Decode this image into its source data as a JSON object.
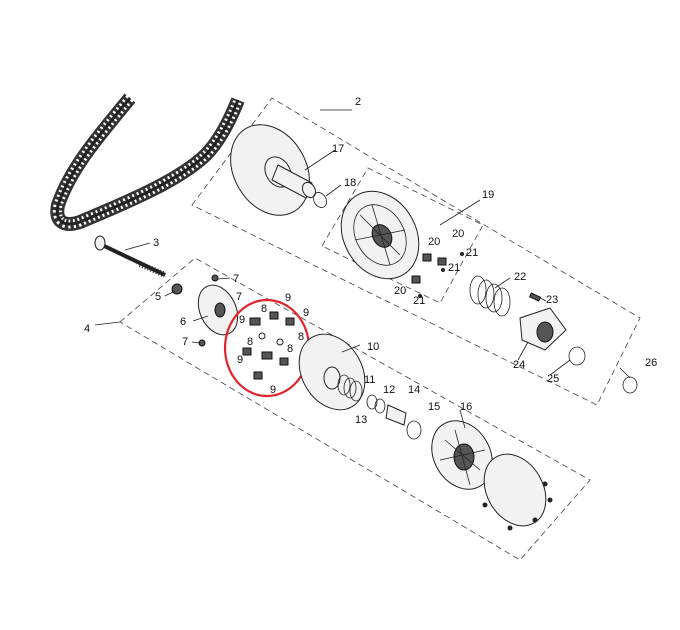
{
  "diagram": {
    "accent_color": "#e0242b",
    "callouts": [
      "2",
      "3",
      "4",
      "5",
      "6",
      "7",
      "7",
      "7",
      "8",
      "8",
      "8",
      "8",
      "9",
      "9",
      "9",
      "9",
      "9",
      "10",
      "11",
      "12",
      "13",
      "14",
      "15",
      "16",
      "17",
      "18",
      "19",
      "20",
      "20",
      "20",
      "21",
      "21",
      "21",
      "22",
      "23",
      "24",
      "25",
      "26"
    ]
  }
}
